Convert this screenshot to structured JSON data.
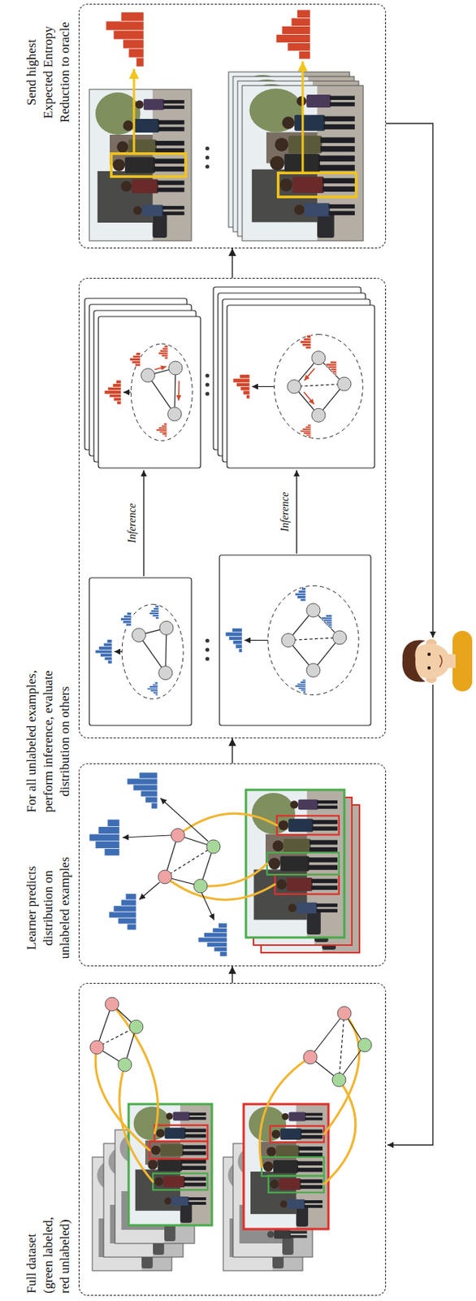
{
  "diagram": {
    "nodes": [
      {
        "text": [
          "Full dataset (green labeled, red unlabeled)"
        ]
      },
      {
        "text": [
          "Learner predicts distribution on unlabeled examples"
        ]
      },
      {
        "text": [
          "For all unlabeled examples, perform inference, evaluate distribution on others"
        ]
      },
      {
        "text": [
          "Send highest Expected Entropy Reduction to oracle"
        ]
      }
    ],
    "edges": [
      {
        "from": 0,
        "to": 1,
        "arrow": "to"
      },
      {
        "from": 1,
        "to": 2,
        "arrow": "to"
      },
      {
        "from": 2,
        "to": 3,
        "arrow": "to"
      }
    ],
    "labels": [
      "Inference",
      "Inference"
    ]
  }
}
